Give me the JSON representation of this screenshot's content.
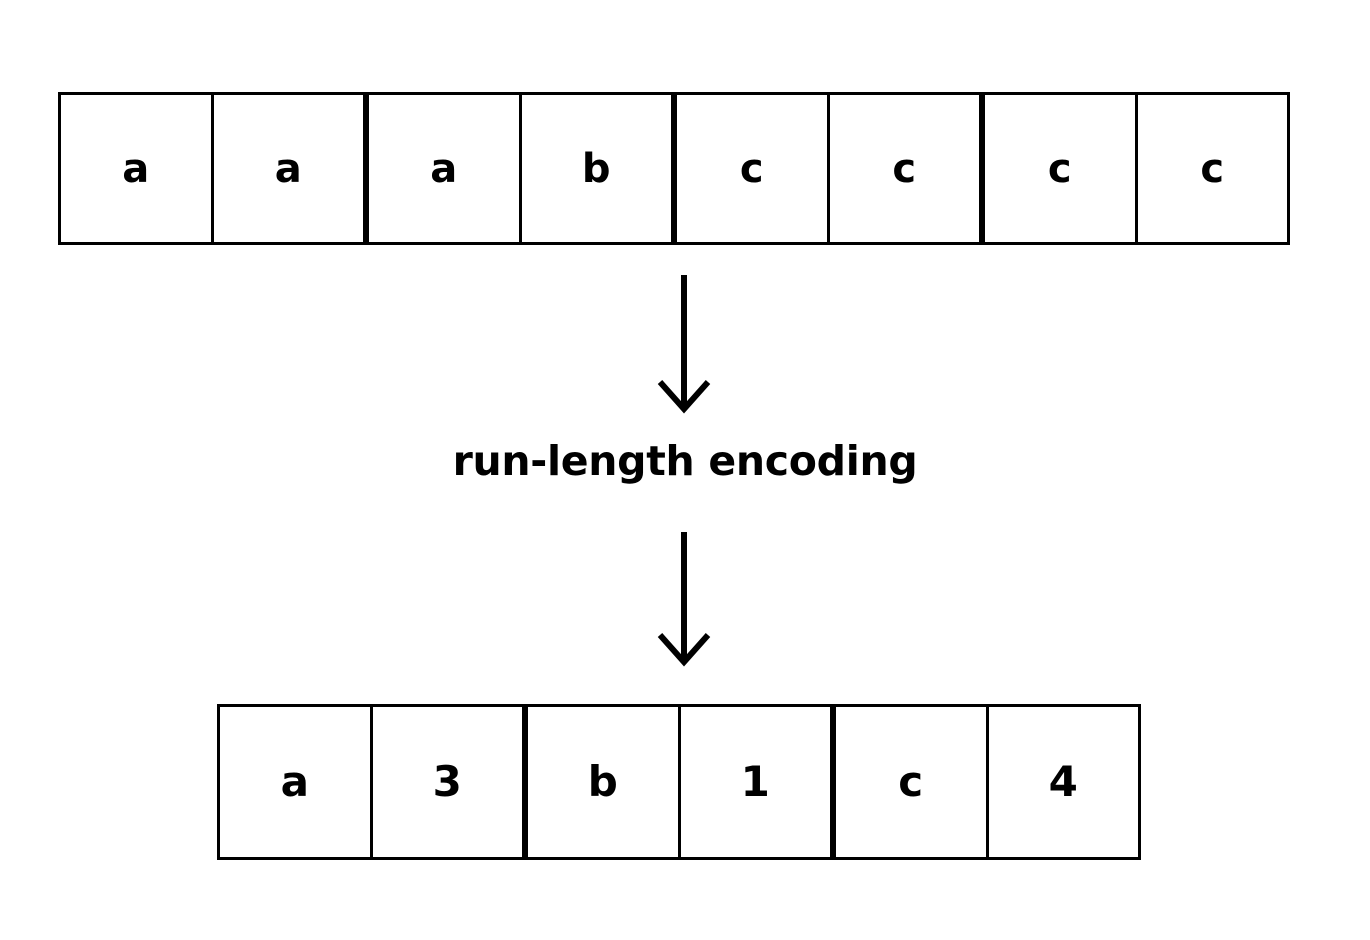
{
  "diagram": {
    "title": "run-length encoding",
    "process_label": "run-length encoding",
    "colors": {
      "stroke": "#000000",
      "background": "#ffffff",
      "text": "#000000"
    },
    "input_row": {
      "name": "input-sequence",
      "cells": [
        {
          "value": "a"
        },
        {
          "value": "a"
        },
        {
          "value": "a"
        },
        {
          "value": "b"
        },
        {
          "value": "c"
        },
        {
          "value": "c"
        },
        {
          "value": "c"
        },
        {
          "value": "c"
        }
      ]
    },
    "output_row": {
      "name": "encoded-sequence",
      "cells": [
        {
          "value": "a"
        },
        {
          "value": "3"
        },
        {
          "value": "b"
        },
        {
          "value": "1"
        },
        {
          "value": "c"
        },
        {
          "value": "4"
        }
      ]
    },
    "arrows": [
      {
        "name": "arrow-down-top",
        "direction": "down"
      },
      {
        "name": "arrow-down-bottom",
        "direction": "down"
      }
    ]
  }
}
